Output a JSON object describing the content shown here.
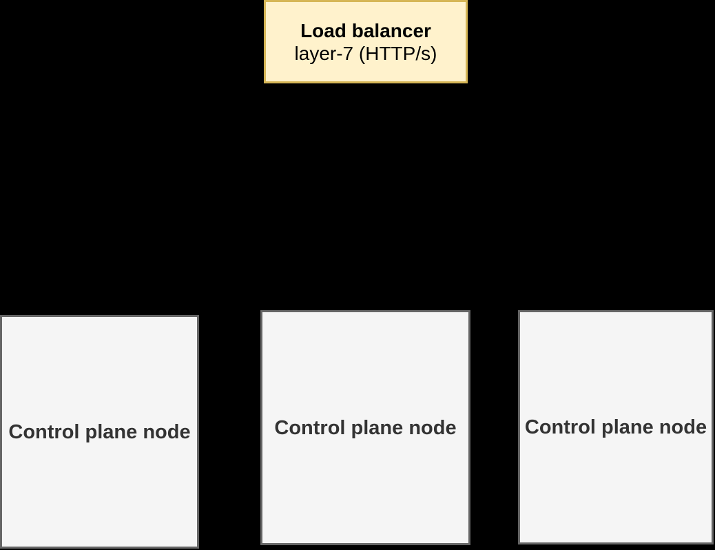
{
  "background_color": "#000000",
  "load_balancer": {
    "title": "Load balancer",
    "subtitle": "layer-7 (HTTP/s)",
    "fill_color": "#FFF2CC",
    "border_color": "#D6B656",
    "text_color": "#000000"
  },
  "control_plane_nodes": [
    {
      "label": "Control plane node"
    },
    {
      "label": "Control plane node"
    },
    {
      "label": "Control plane node"
    }
  ],
  "control_plane_style": {
    "fill_color": "#F5F5F5",
    "border_color": "#666666",
    "text_color": "#333333"
  }
}
